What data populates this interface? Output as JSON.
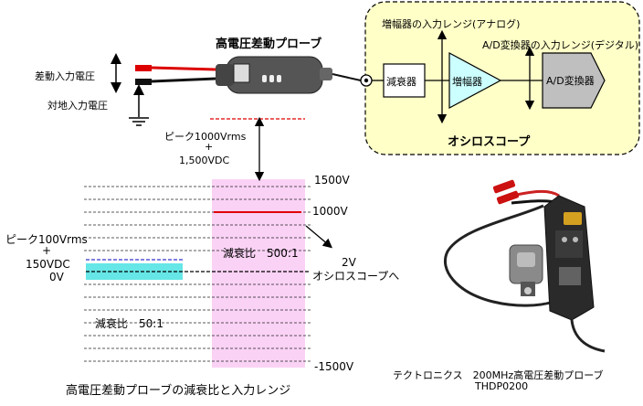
{
  "probe": {
    "title": "高電圧差動プローブ",
    "diff_input_label": "差動入力電圧",
    "ground_input_label": "対地入力電圧"
  },
  "scope": {
    "title": "オシロスコープ",
    "amp_range_label": "増幅器の入力レンジ(アナログ)",
    "ad_range_label": "A/D変換器の入力レンジ(デジタル)",
    "attenuator_label": "減衰器",
    "amplifier_label": "増幅器",
    "adc_label": "A/D変換器"
  },
  "range_chart": {
    "probe_input_line1": "ピーク1000Vrms",
    "probe_input_plus": "+",
    "probe_input_line2": "1,500VDC",
    "label_1500v": "1500V",
    "label_1000v": "1000V",
    "label_2v": "2V",
    "label_to_scope": "オシロスコープへ",
    "label_minus_1500v": "-1500V",
    "scope_input_line1": "ピーク100Vrms",
    "scope_input_plus": "+",
    "scope_input_line2": "150VDC",
    "label_0v": "0V",
    "attenuation_500": "減衰比　500:1",
    "attenuation_50": "減衰比　50:1",
    "caption": "高電圧差動プローブの減衰比と入力レンジ"
  },
  "photo": {
    "caption_line1": "テクトロニクス　200MHz高電圧差動プローブ",
    "caption_line2": "THDP0200"
  },
  "colors": {
    "scope_box_bg": "#ffffc8",
    "triangle_fill": "#ccffff",
    "pink_band": "#fad2f5",
    "cyan_band": "#66e6e6",
    "red_line": "#e00000",
    "blue_dash": "#3333cc"
  }
}
